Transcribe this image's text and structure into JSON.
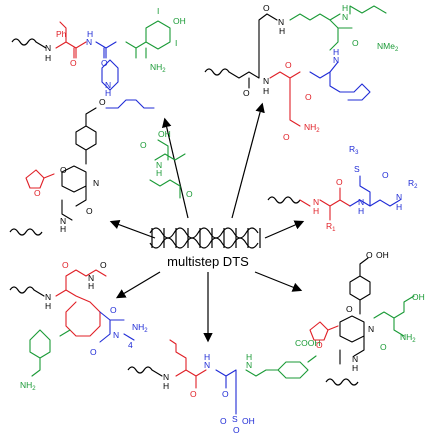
{
  "center": {
    "label": "multistep DTS"
  },
  "colors": {
    "red": "#e01f26",
    "blue": "#1f2bd6",
    "green": "#1a9a36",
    "black": "#000000"
  },
  "atoms": {
    "s1": {
      "ph": "Ph",
      "n1": "N",
      "h1": "H",
      "o1": "O",
      "n2": "N",
      "h2": "H",
      "o2": "O",
      "i1": "I",
      "oh": "OH",
      "i2": "I",
      "nh2": "NH",
      "nh2sub": "2"
    },
    "s2": {
      "o1": "O",
      "n1": "N",
      "h1": "H",
      "nme": "NMe",
      "nme2": "2",
      "h2": "H",
      "n2": "N",
      "o2": "O",
      "n3": "N",
      "h3": "H",
      "o3": "O",
      "o4": "O",
      "n4": "N",
      "h4": "H",
      "o5": "O",
      "o6": "O",
      "nh2": "NH",
      "nh2sub": "2"
    },
    "s3": {
      "o1": "O",
      "n1": "N",
      "h1": "H",
      "oh": "OH",
      "o2": "O",
      "o3": "O",
      "n2": "N",
      "h2": "H",
      "n3": "N",
      "o4": "O",
      "o5": "O",
      "o6": "O",
      "n4": "N",
      "h4": "H"
    },
    "s4": {
      "r3": "R",
      "r3sub": "3",
      "s": "S",
      "o1": "O",
      "n1": "N",
      "h1": "H",
      "r2": "R",
      "r2sub": "2",
      "n2": "N",
      "h2": "H",
      "o2": "O",
      "r1": "R",
      "r1sub": "1",
      "n3": "N",
      "h3": "H"
    },
    "s5": {
      "h1": "H",
      "n1": "N",
      "o1": "O",
      "o2": "O",
      "n2": "N",
      "h2": "H",
      "o3": "O",
      "n3": "N",
      "nh2": "NH",
      "nh2sub": "2",
      "sub4": "4",
      "nh2b": "NH",
      "nh2bsub": "2",
      "o4": "O"
    },
    "s6": {
      "cooh": "COOH",
      "n1": "N",
      "h1": "H",
      "o1": "O",
      "n2": "N",
      "h2": "H",
      "n3": "N",
      "h3": "H",
      "o2": "O",
      "s": "S",
      "so": "O",
      "so2": "O",
      "soh": "OH"
    },
    "s7": {
      "o1": "O",
      "oh1": "OH",
      "oh2": "OH",
      "o2": "O",
      "n1": "N",
      "o3": "O",
      "nh2": "NH",
      "nh2sub": "2",
      "o4": "O",
      "n2": "N",
      "h2": "H"
    }
  }
}
